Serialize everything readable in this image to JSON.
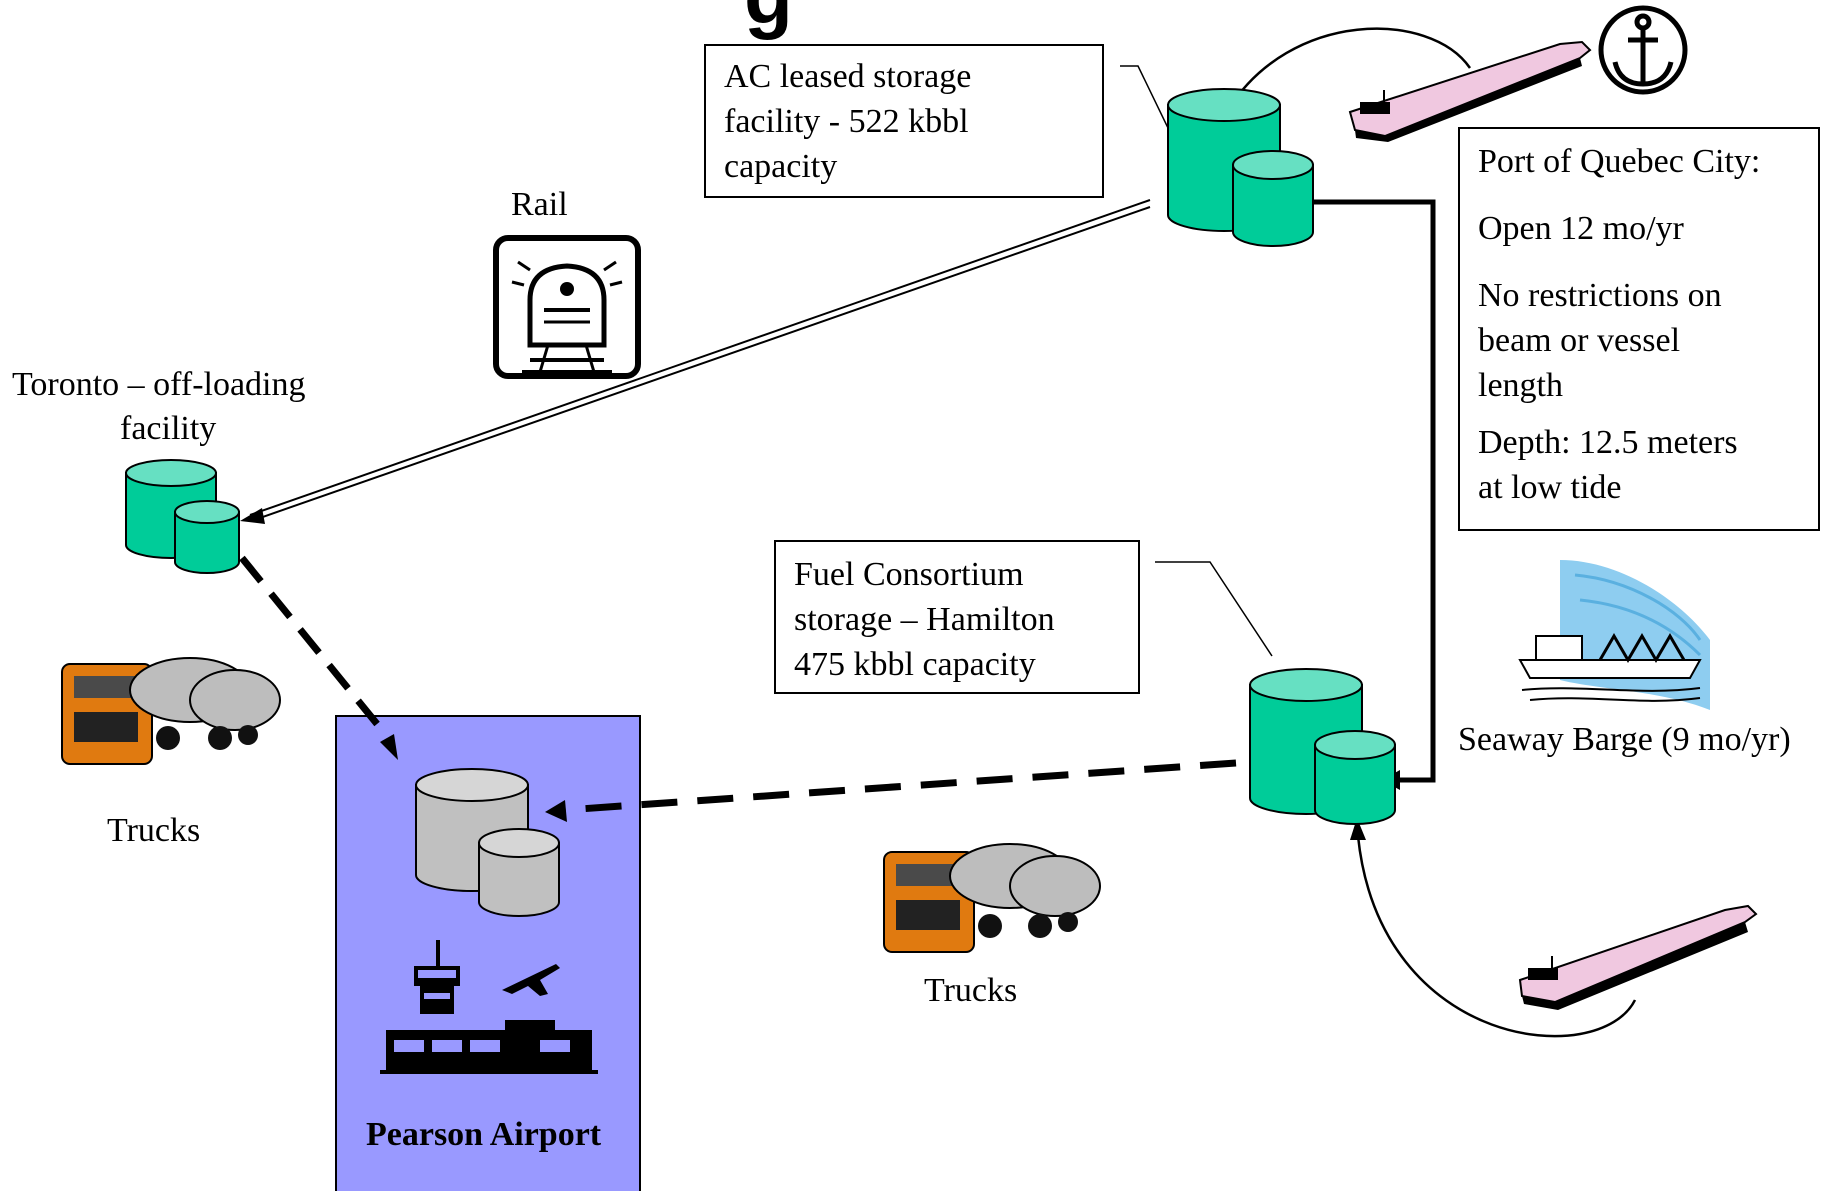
{
  "title_fragment": "g",
  "ac_storage": {
    "lines": [
      "AC leased storage",
      "facility - 522 kbbl",
      "capacity"
    ]
  },
  "rail_label": "Rail",
  "toronto_label": [
    "Toronto – off-loading",
    "facility"
  ],
  "port_info": {
    "lines": [
      "Port of Quebec City:",
      "Open 12 mo/yr",
      "No restrictions on",
      "beam or vessel",
      "length",
      "Depth: 12.5 meters",
      "at low tide"
    ]
  },
  "fuel_consortium": {
    "lines": [
      "Fuel Consortium",
      "storage – Hamilton",
      "475 kbbl capacity"
    ]
  },
  "trucks_left_label": "Trucks",
  "trucks_mid_label": "Trucks",
  "barge_label": "Seaway Barge (9 mo/yr)",
  "airport_label": "Pearson Airport",
  "colors": {
    "tank": "#00cc99",
    "tank_top": "#66e0c2",
    "airport_bg": "#9999ff",
    "airport_tank": "#c0c0c0",
    "ship_hull": "#f0c8e0",
    "truck_cab": "#e07a10"
  },
  "icons": [
    "anchor-icon",
    "train-icon",
    "airport-tower-icon",
    "airplane-icon",
    "truck-icon",
    "ship-icon",
    "barge-icon",
    "storage-tank-icon"
  ]
}
